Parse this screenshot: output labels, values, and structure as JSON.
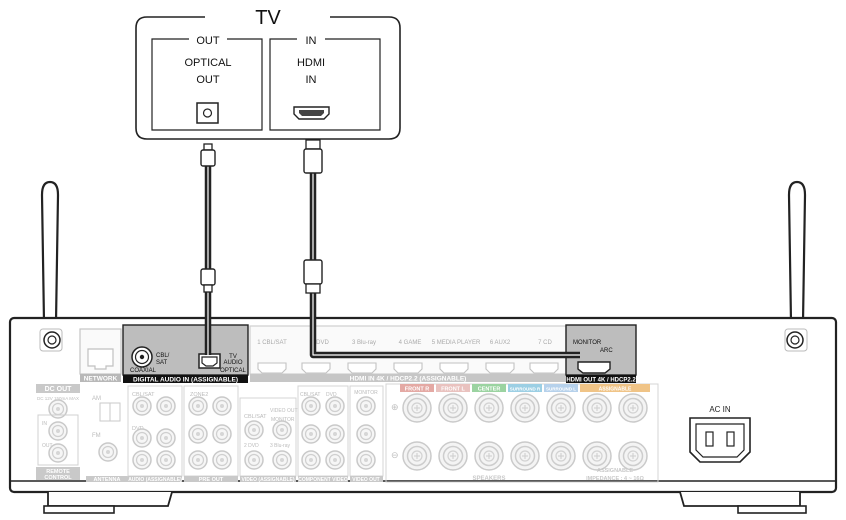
{
  "tv": {
    "title": "TV",
    "out_section": "OUT",
    "in_section": "IN",
    "optical_label_1": "OPTICAL",
    "optical_label_2": "OUT",
    "hdmi_label_1": "HDMI",
    "hdmi_label_2": "IN"
  },
  "receiver": {
    "network_label": "NETWORK",
    "digital_audio": {
      "section_label": "DIGITAL AUDIO IN (ASSIGNABLE)",
      "coaxial_source_1": "CBL/",
      "coaxial_source_2": "SAT",
      "coaxial_label": "COAXIAL",
      "optical_source_1": "TV",
      "optical_source_2": "AUDIO",
      "optical_label": "OPTICAL"
    },
    "hdmi_in": {
      "section_label": "HDMI IN  4K / HDCP2.2 (ASSIGNABLE)",
      "ports": [
        "1 CBL/SAT",
        "2 DVD",
        "3 Blu-ray",
        "4 GAME",
        "5 MEDIA PLAYER",
        "6 AUX2",
        "7 CD"
      ]
    },
    "hdmi_out": {
      "port_label_1": "MONITOR",
      "port_label_2": "ARC",
      "section_label": "HDMI OUT 4K / HDCP2.2"
    },
    "dc_out": {
      "title": "DC OUT",
      "sub": "DC 12V 150mA MAX"
    },
    "remote_label_1": "REMOTE",
    "remote_label_2": "CONTROL",
    "remote_in": "IN",
    "remote_out": "OUT",
    "antenna": {
      "label": "ANTENNA",
      "am": "AM",
      "fm": "FM"
    },
    "audio_label": "AUDIO (ASSIGNABLE)",
    "audio_sources": [
      "CBL/SAT",
      "DVD"
    ],
    "zone2": "ZONE2",
    "pre_out_label": "PRE OUT",
    "video_label": "VIDEO (ASSIGNABLE)",
    "video_sources": [
      "CBL/SAT",
      "DVD"
    ],
    "video_out": "VIDEO OUT",
    "video_out_port": "MONITOR",
    "video_bottom": [
      "2 DVD",
      "3 Blu-ray"
    ],
    "component_label": "COMPONENT VIDEO",
    "monitor_label": "MONITOR",
    "monitor_out_label": "VIDEO OUT",
    "speaker_channels": [
      "FRONT R",
      "FRONT L",
      "CENTER",
      "SURROUND R",
      "SURROUND L",
      "ASSIGNABLE"
    ],
    "speakers_label": "SPEAKERS",
    "assignable_label": "ASSIGNABLE",
    "impedance_label": "IMPEDANCE : 4 ~ 16Ω",
    "ac_in": "AC IN",
    "colors": {
      "front": "#e4a9a4",
      "center": "#9bd3a1",
      "surround": "#9ccfe4",
      "surround_l": "#b6d1eb",
      "assignable": "#f0c487"
    }
  }
}
